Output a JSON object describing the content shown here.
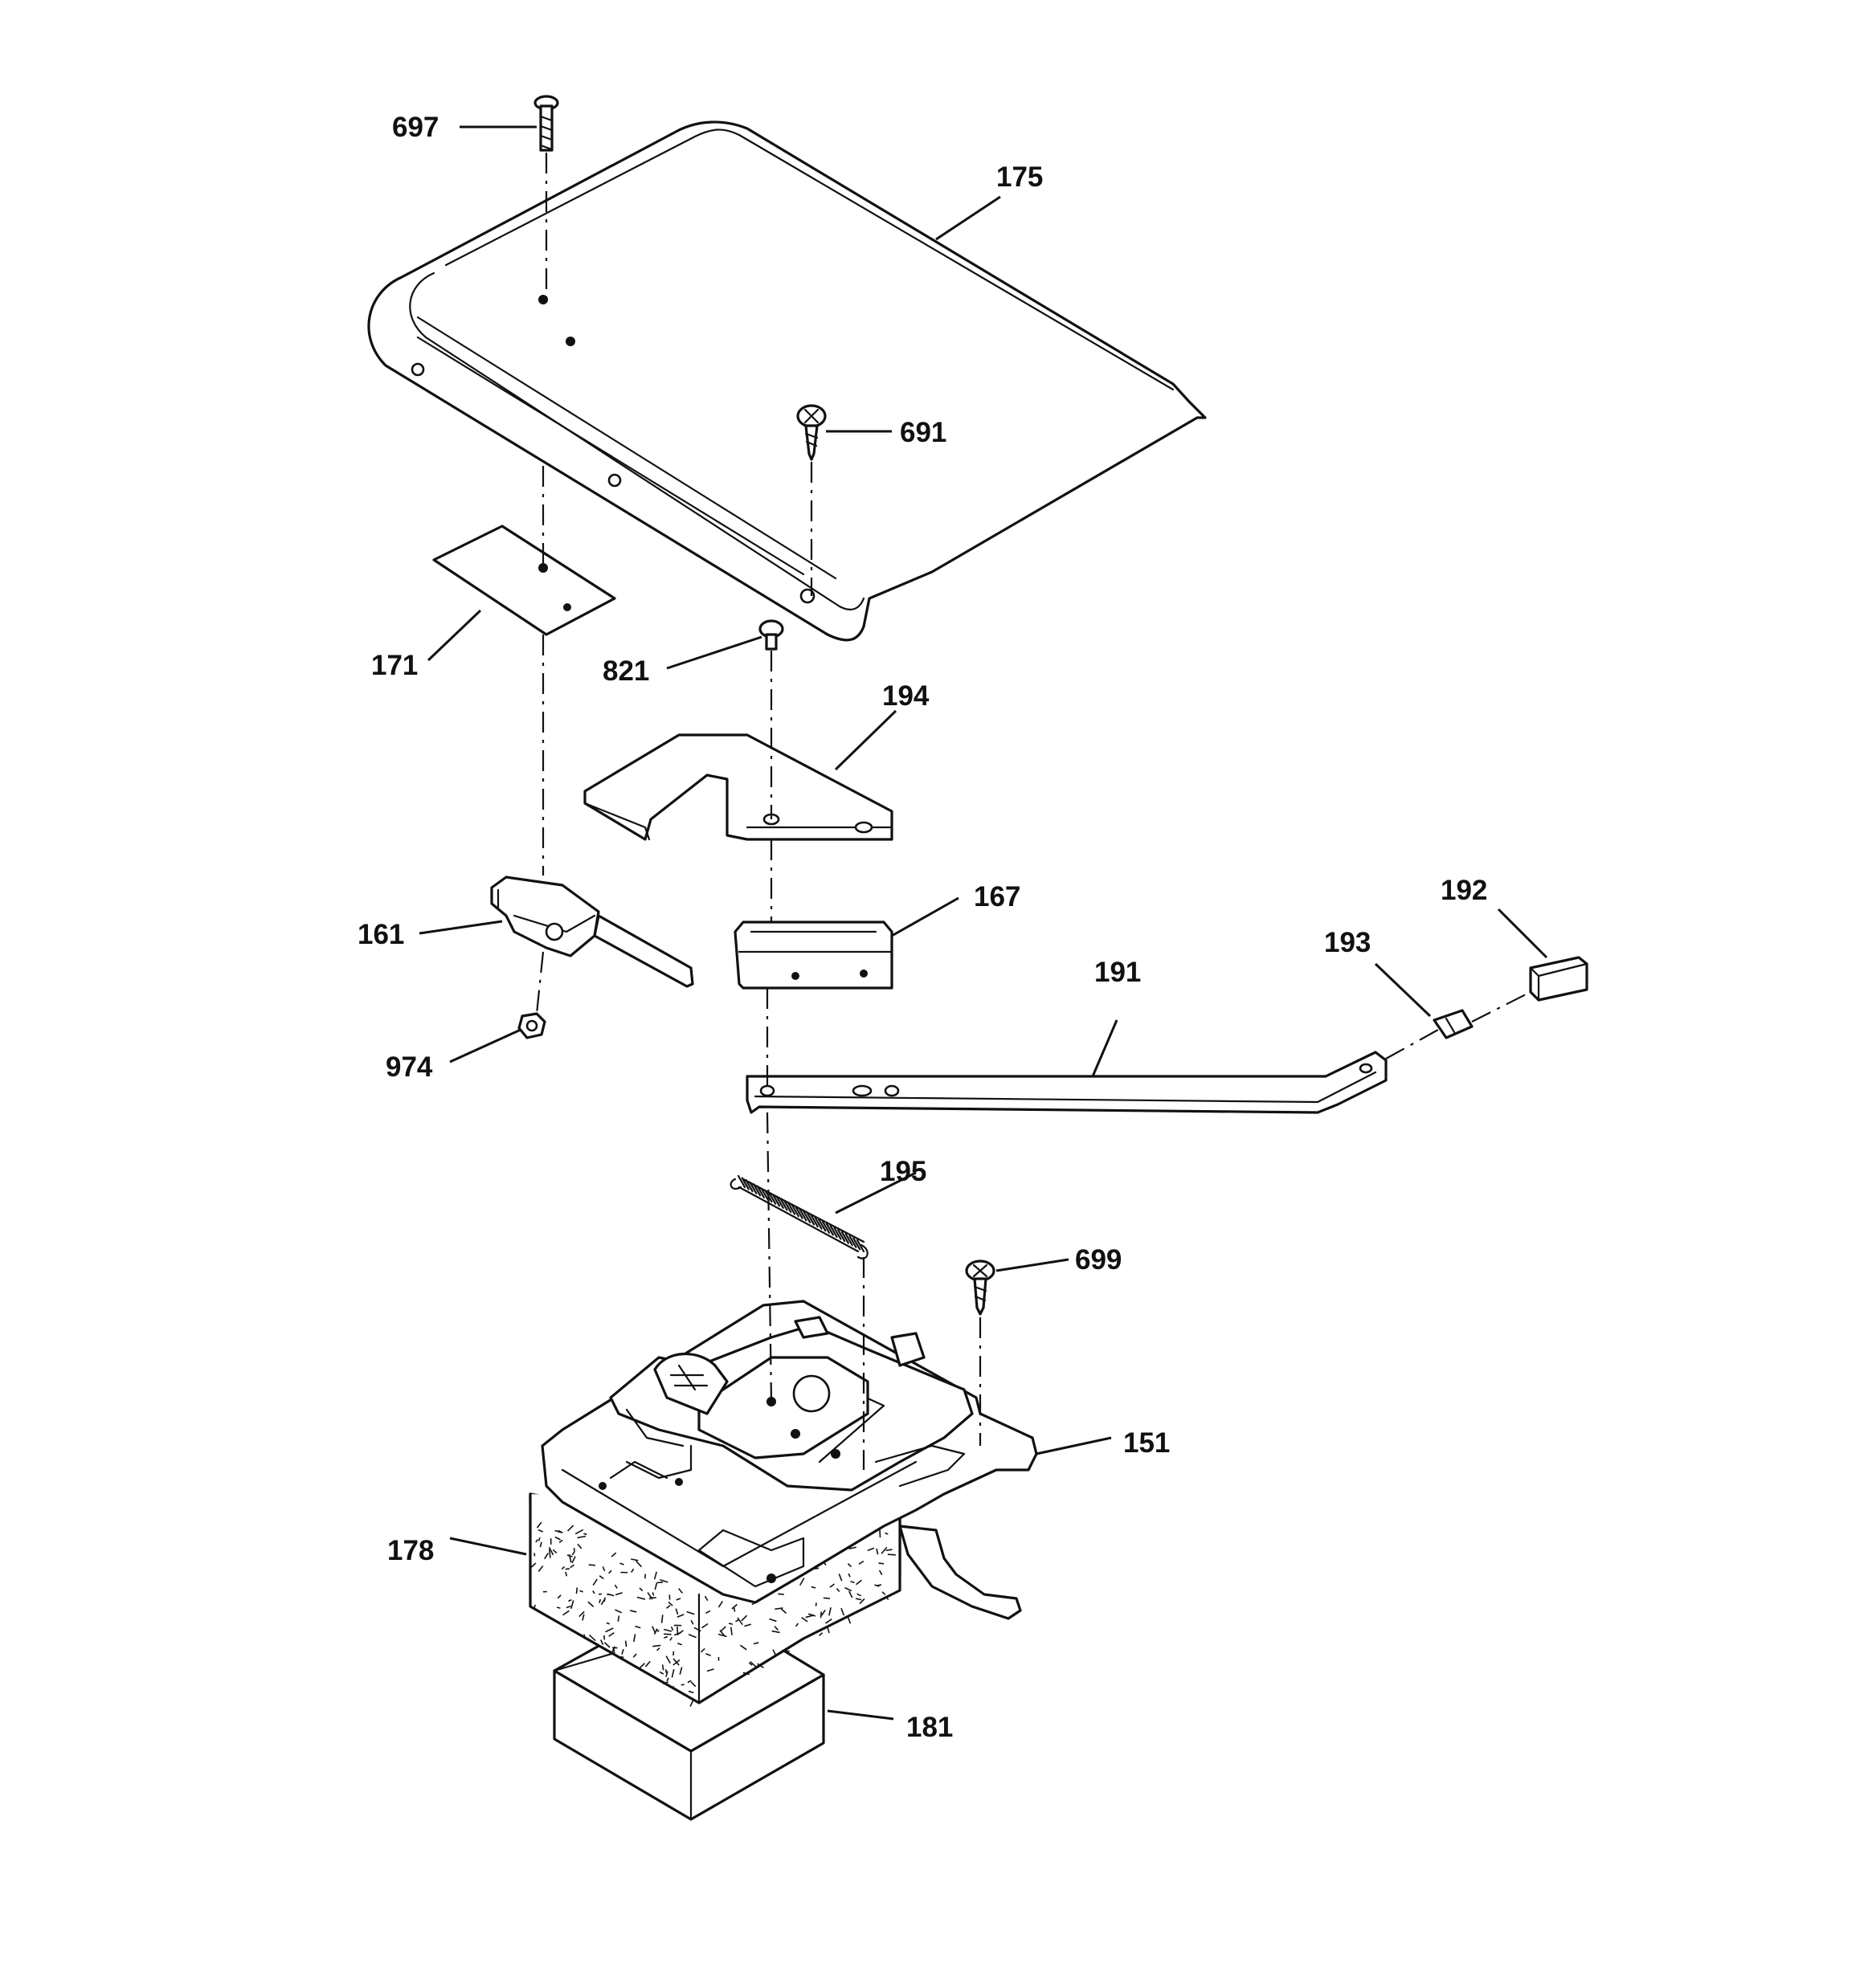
{
  "diagram": {
    "parts": [
      {
        "id": "p697",
        "label": "697"
      },
      {
        "id": "p175",
        "label": "175"
      },
      {
        "id": "p691",
        "label": "691"
      },
      {
        "id": "p171",
        "label": "171"
      },
      {
        "id": "p821",
        "label": "821"
      },
      {
        "id": "p194",
        "label": "194"
      },
      {
        "id": "p167",
        "label": "167"
      },
      {
        "id": "p192",
        "label": "192"
      },
      {
        "id": "p161",
        "label": "161"
      },
      {
        "id": "p193",
        "label": "193"
      },
      {
        "id": "p191",
        "label": "191"
      },
      {
        "id": "p974",
        "label": "974"
      },
      {
        "id": "p195",
        "label": "195"
      },
      {
        "id": "p699",
        "label": "699"
      },
      {
        "id": "p151",
        "label": "151"
      },
      {
        "id": "p178",
        "label": "178"
      },
      {
        "id": "p181",
        "label": "181"
      }
    ]
  }
}
